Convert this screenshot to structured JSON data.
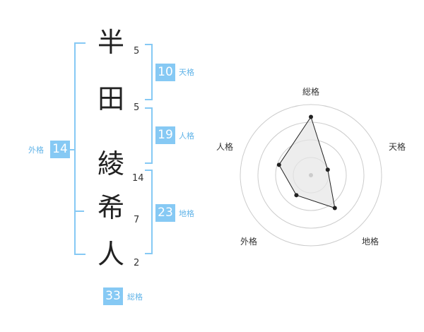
{
  "name": {
    "chars": [
      "半",
      "田",
      "綾",
      "希",
      "人"
    ],
    "strokes": [
      "5",
      "5",
      "14",
      "7",
      "2"
    ]
  },
  "fortunes": {
    "tenkaku": {
      "label": "天格",
      "value": "10"
    },
    "jinkaku": {
      "label": "人格",
      "value": "19"
    },
    "chikaku": {
      "label": "地格",
      "value": "23"
    },
    "gaikaku": {
      "label": "外格",
      "value": "14"
    },
    "soukaku": {
      "label": "総格",
      "value": "33"
    }
  },
  "chart_data": {
    "type": "radar",
    "axes": [
      "総格",
      "天格",
      "地格",
      "外格",
      "人格"
    ],
    "values": [
      33,
      10,
      23,
      14,
      19
    ],
    "rmax": 40,
    "rings": 4,
    "colors": {
      "line": "#222222",
      "fill": "#e6e6e6",
      "ring": "#cccccc"
    }
  }
}
